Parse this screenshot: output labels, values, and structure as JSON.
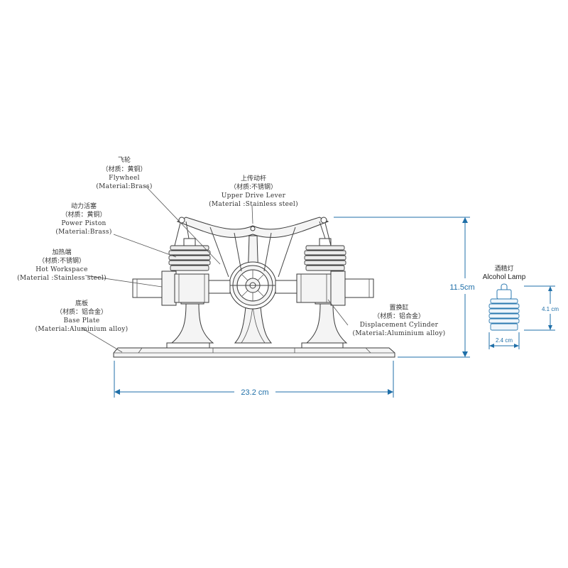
{
  "labels": {
    "flywheel": {
      "cn": "飞轮",
      "material_cn": "（材质：黄铜）",
      "en": "Flywheel",
      "material_en": "(Material:Brass)"
    },
    "upper_drive_lever": {
      "cn": "上传动杆",
      "material_cn": "（材质:不锈钢）",
      "en": "Upper Drive Lever",
      "material_en": "(Material :Stainless steel)"
    },
    "power_piston": {
      "cn": "动力活塞",
      "material_cn": "（材质：黄铜）",
      "en": "Power Piston",
      "material_en": "(Material:Brass)"
    },
    "hot_workspace": {
      "cn": "加热端",
      "material_cn": "（材质:不锈钢）",
      "en": "Hot Workspace",
      "material_en": "(Material :Stainless steel)"
    },
    "base_plate": {
      "cn": "底板",
      "material_cn": "（材质：铝合金）",
      "en": "Base Plate",
      "material_en": "(Material:Aluminium alloy)"
    },
    "displacement_cylinder": {
      "cn": "置换缸",
      "material_cn": "（材质：铝合金）",
      "en": "Displacement Cylinder",
      "material_en": "(Material:Aluminium alloy)"
    },
    "alcohol_lamp": {
      "cn": "酒精灯",
      "en": "Alcohol Lamp"
    }
  },
  "dimensions": {
    "engine_height": "11.5cm",
    "engine_width": "23.2 cm",
    "lamp_height": "4.1 cm",
    "lamp_width": "2.4 cm"
  },
  "colors": {
    "dimension": "#1f6fa8",
    "line_art": "#3a3a3a",
    "lamp_outline": "#2b79b0"
  }
}
